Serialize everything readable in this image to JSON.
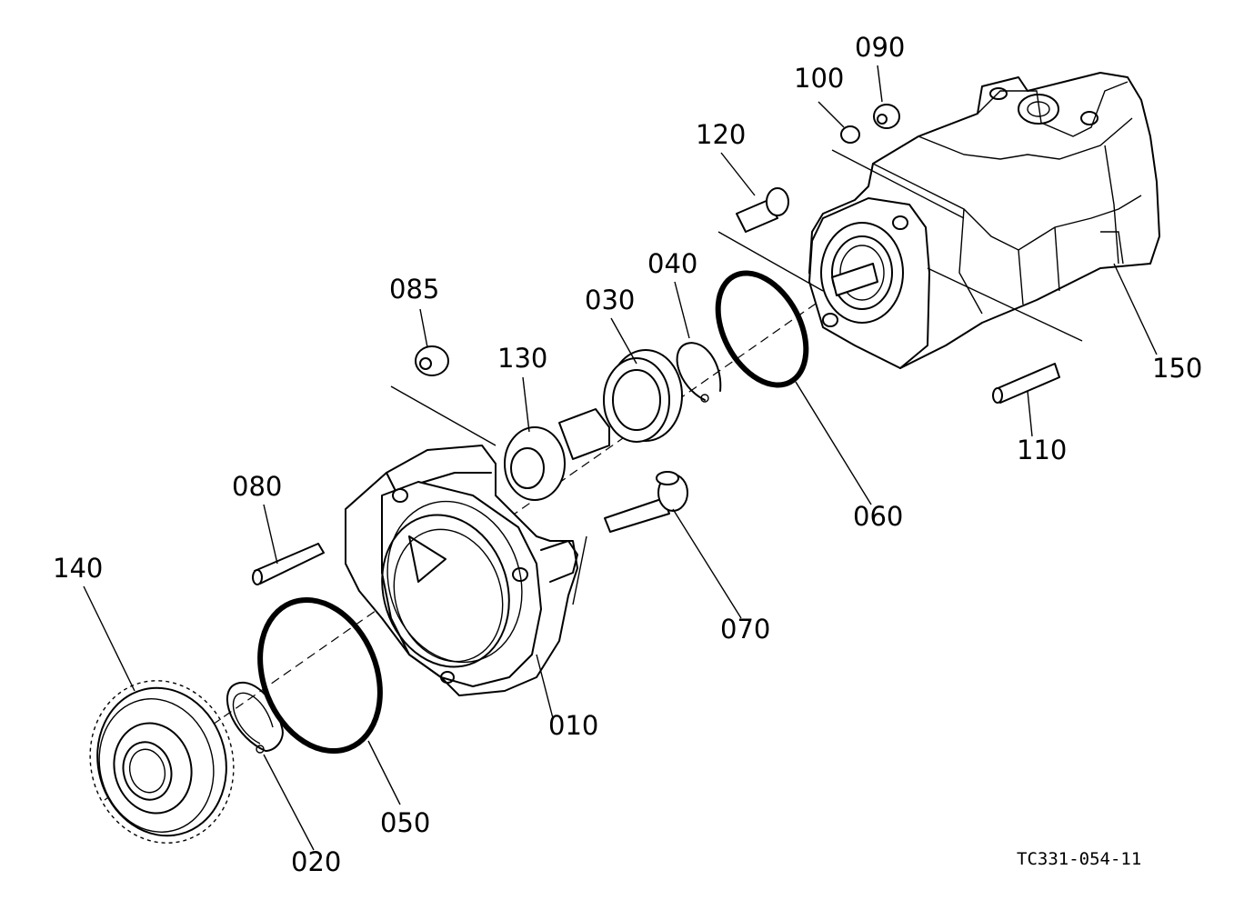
{
  "parts": [
    {
      "id": "010"
    },
    {
      "id": "020"
    },
    {
      "id": "030"
    },
    {
      "id": "040"
    },
    {
      "id": "050"
    },
    {
      "id": "060"
    },
    {
      "id": "070"
    },
    {
      "id": "080"
    },
    {
      "id": "085"
    },
    {
      "id": "090"
    },
    {
      "id": "100"
    },
    {
      "id": "110"
    },
    {
      "id": "120"
    },
    {
      "id": "130"
    },
    {
      "id": "140"
    },
    {
      "id": "150"
    }
  ],
  "drawing_code": "TC331-054-11"
}
